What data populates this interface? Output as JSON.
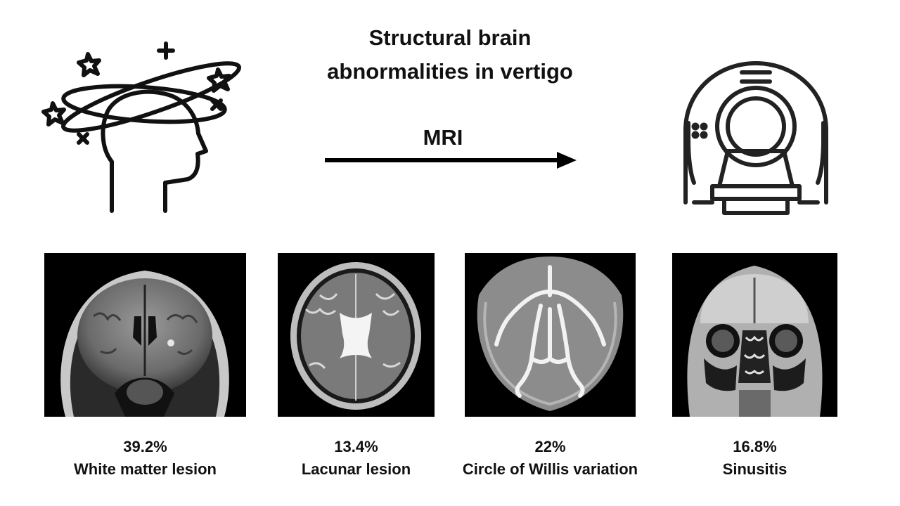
{
  "title": {
    "line1": "Structural brain",
    "line2": "abnormalities in vertigo"
  },
  "arrow_label": "MRI",
  "icons": {
    "left": "dizzy-head-icon",
    "right": "mri-scanner-icon"
  },
  "findings": [
    {
      "percent": "39.2%",
      "label": "White matter lesion"
    },
    {
      "percent": "13.4%",
      "label": "Lacunar lesion"
    },
    {
      "percent": "22%",
      "label": "Circle of Willis variation"
    },
    {
      "percent": "16.8%",
      "label": "Sinusitis"
    }
  ]
}
